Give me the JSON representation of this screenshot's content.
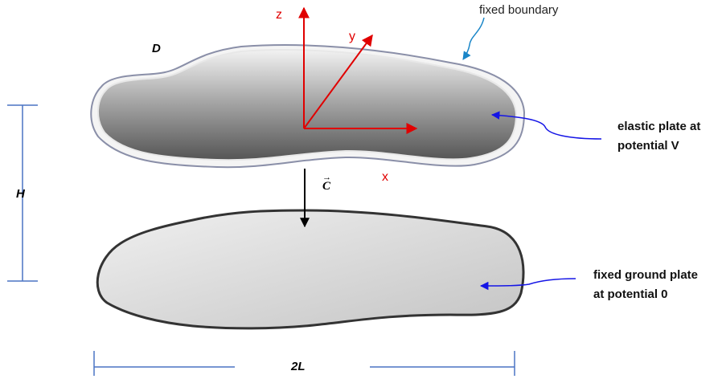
{
  "labels": {
    "domain": "D",
    "axis_z": "z",
    "axis_y": "y",
    "axis_x": "x",
    "vector_c": "C",
    "vector_c_arrow": "→",
    "height": "H",
    "width": "2L",
    "fixed_boundary": "fixed boundary",
    "elastic_plate_line1": "elastic plate at",
    "elastic_plate_line2": "potential V",
    "ground_plate_line1": "fixed ground plate",
    "ground_plate_line2": "at potential 0"
  },
  "colors": {
    "axis": "#e00000",
    "annotation_arrow": "#1515e6",
    "boundary_arrow": "#1a86c8",
    "dimension_line": "#4a74c4",
    "plate_outline": "#333333",
    "elastic_plate_dark": "#5e5e5e",
    "elastic_plate_light": "#ececec",
    "ground_plate_fill": "#d4d4d4"
  }
}
